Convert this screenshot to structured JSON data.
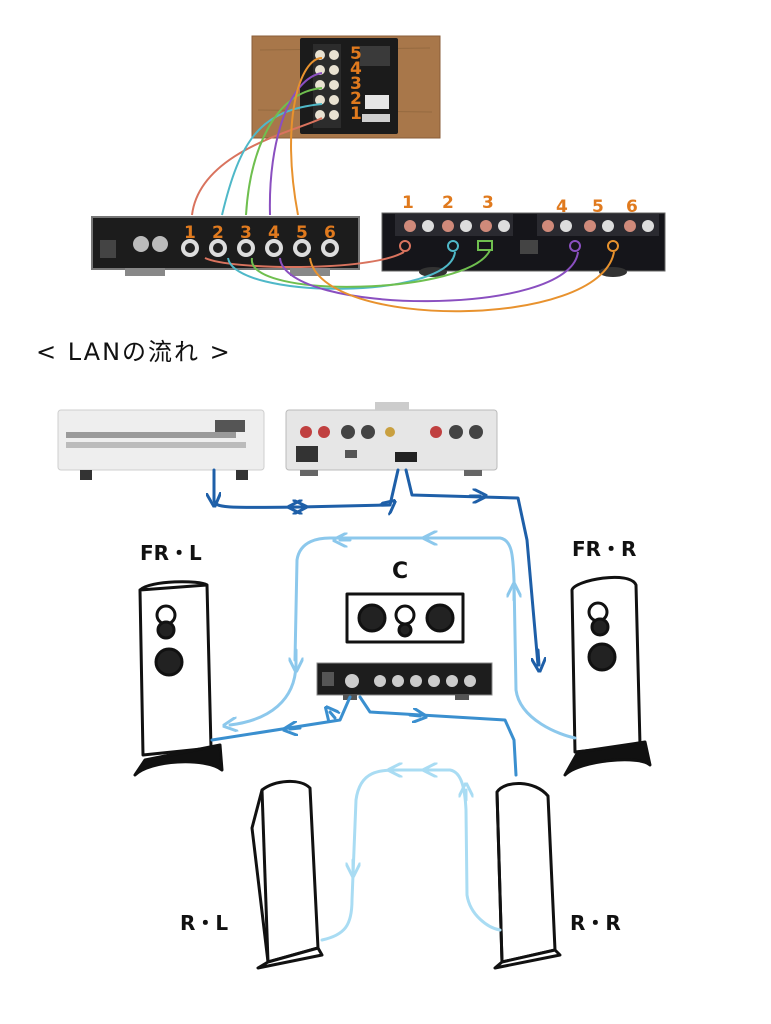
{
  "section_title": "< LANの流れ >",
  "labels": {
    "front_left": "FR・L",
    "front_right": "FR・R",
    "center": "C",
    "rear_left": "R・L",
    "rear_right": "R・R"
  },
  "terminal_numbers": [
    "5",
    "4",
    "3",
    "2",
    "1"
  ],
  "channel_numbers_left": [
    "1",
    "2",
    "3",
    "4",
    "5",
    "6"
  ],
  "channel_numbers_right": [
    "1",
    "2",
    "3",
    "4",
    "5",
    "6"
  ],
  "colors": {
    "ch1": "#d9735e",
    "ch2": "#4fb8c8",
    "ch3": "#6fbf4f",
    "ch4": "#8a4fc0",
    "ch5": "#e8922e",
    "number_orange": "#e07a1e",
    "lan_dark": "#1e5fa8",
    "lan_mid": "#3a8fcf",
    "lan_light": "#8cc8ec",
    "lan_pale": "#a9dcf3"
  }
}
